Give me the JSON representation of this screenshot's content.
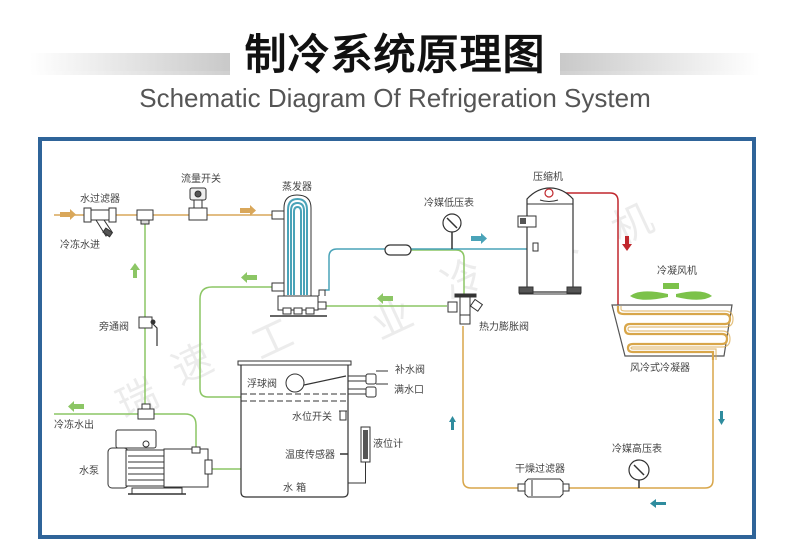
{
  "header": {
    "title_cn": "制冷系统原理图",
    "title_en": "Schematic Diagram Of Refrigeration System"
  },
  "colors": {
    "frame": "#2f6499",
    "water_supply": "#d9a75a",
    "return_water": "#8cc665",
    "low_pressure": "#4aa3b8",
    "discharge": "#c0272d",
    "condenser_coil": "#d8a64a",
    "fan": "#7cc24a"
  },
  "labels": {
    "water_filter": "水过滤器",
    "chilled_water_in": "冷冻水进",
    "flow_switch": "流量开关",
    "evaporator": "蒸发器",
    "low_pressure_gauge": "冷媒低压表",
    "compressor": "压缩机",
    "condenser_fan": "冷凝风机",
    "bypass_valve": "旁通阀",
    "expansion_valve": "热力膨胀阀",
    "air_cooled_condenser": "风冷式冷凝器",
    "float_valve": "浮球阀",
    "makeup_valve": "补水阀",
    "overflow": "满水口",
    "level_switch": "水位开关",
    "chilled_water_out": "冷冻水出",
    "level_gauge": "液位计",
    "temp_sensor": "温度传感器",
    "water_pump": "水泵",
    "water_tank": "水 箱",
    "drier_filter": "干燥过滤器",
    "high_pressure_gauge": "冷媒高压表"
  },
  "watermark": [
    "瑞",
    "速",
    "工",
    "业",
    "冷",
    "水",
    "机"
  ]
}
